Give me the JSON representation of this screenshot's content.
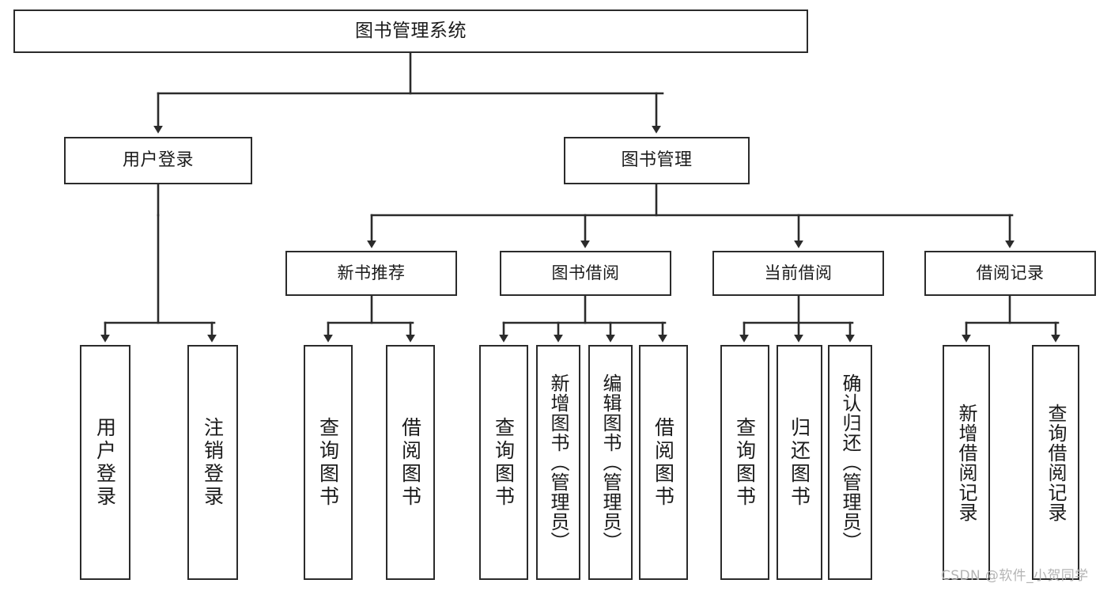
{
  "diagram": {
    "title": "图书管理系统",
    "type": "tree-hierarchy-diagram",
    "orientation": "top-down",
    "edge_style": "orthogonal-elbow-with-arrowhead",
    "colors": {
      "background": "#ffffff",
      "node_fill": "#ffffff",
      "node_border": "#2b2b2b",
      "connector": "#2b2b2b",
      "text": "#1b1b1b",
      "watermark": "#b4b4b4"
    },
    "nodes": {
      "root": {
        "label": "图书管理系统"
      },
      "level2": [
        {
          "id": "user-login",
          "label": "用户登录"
        },
        {
          "id": "book-management",
          "label": "图书管理"
        }
      ],
      "level3": [
        {
          "id": "new-book-recommend",
          "label": "新书推荐"
        },
        {
          "id": "book-borrow",
          "label": "图书借阅"
        },
        {
          "id": "current-borrow",
          "label": "当前借阅"
        },
        {
          "id": "borrow-record",
          "label": "借阅记录"
        }
      ],
      "leaves": [
        {
          "id": "leaf-user-login",
          "label": "用户登录",
          "parent": "user-login"
        },
        {
          "id": "leaf-logout-login",
          "label": "注销登录",
          "parent": "user-login"
        },
        {
          "id": "leaf-query-book-1",
          "label": "查询图书",
          "parent": "new-book-recommend"
        },
        {
          "id": "leaf-borrow-book-1",
          "label": "借阅图书",
          "parent": "new-book-recommend"
        },
        {
          "id": "leaf-query-book-2",
          "label": "查询图书",
          "parent": "book-borrow"
        },
        {
          "id": "leaf-add-book-admin",
          "label": "新增图书（管理员）",
          "parent": "book-borrow"
        },
        {
          "id": "leaf-edit-book-admin",
          "label": "编辑图书（管理员）",
          "parent": "book-borrow"
        },
        {
          "id": "leaf-borrow-book-2",
          "label": "借阅图书",
          "parent": "book-borrow"
        },
        {
          "id": "leaf-query-book-3",
          "label": "查询图书",
          "parent": "current-borrow"
        },
        {
          "id": "leaf-return-book",
          "label": "归还图书",
          "parent": "current-borrow"
        },
        {
          "id": "leaf-confirm-return-admin",
          "label": "确认归还（管理员）",
          "parent": "current-borrow"
        },
        {
          "id": "leaf-add-borrow-record",
          "label": "新增借阅记录",
          "parent": "borrow-record"
        },
        {
          "id": "leaf-query-borrow-record",
          "label": "查询借阅记录",
          "parent": "borrow-record"
        }
      ]
    },
    "watermark": "CSDN @软件_小贺同学"
  }
}
